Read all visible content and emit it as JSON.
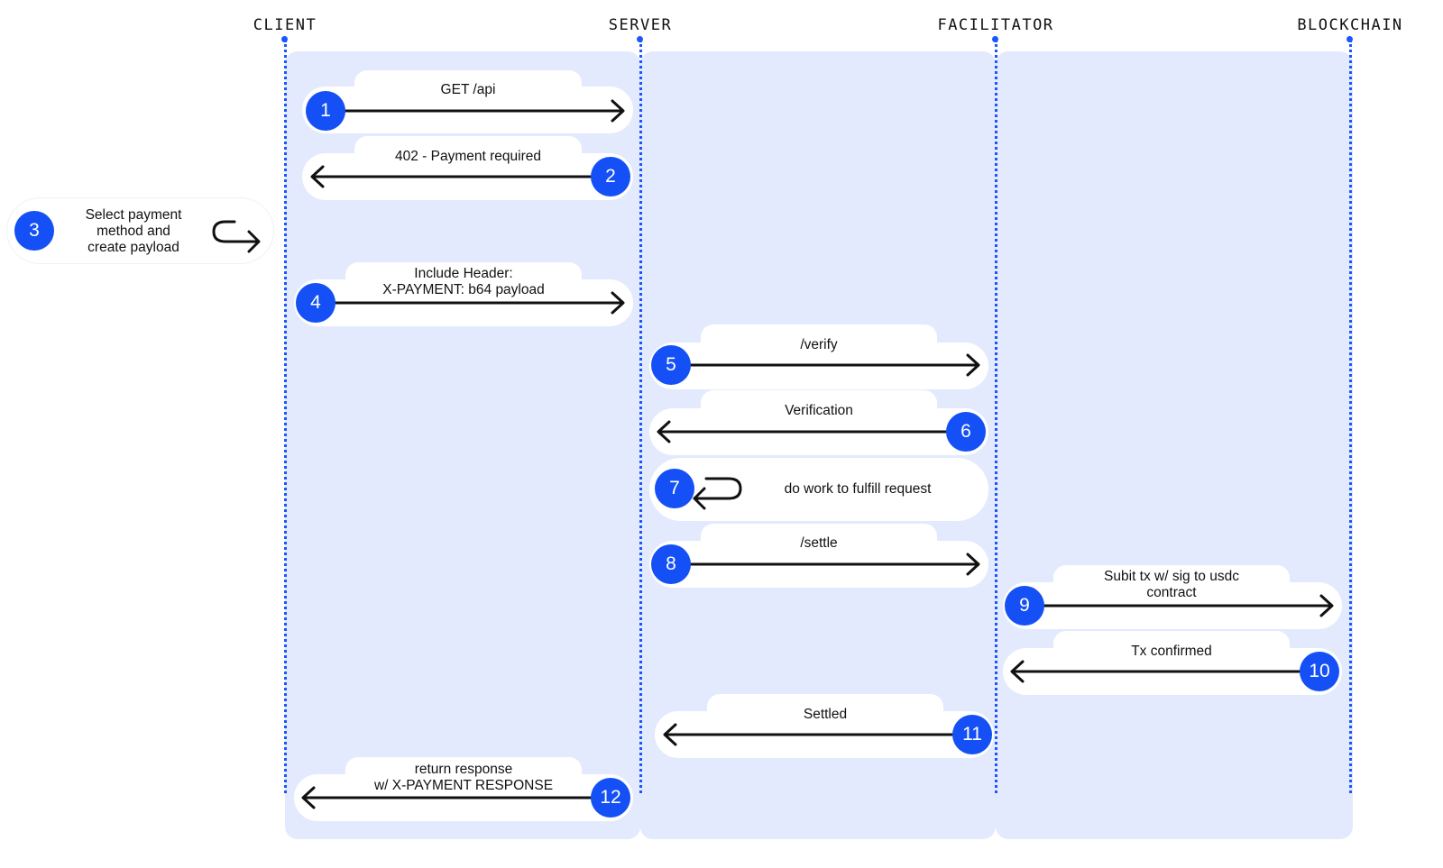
{
  "actors": {
    "client": "CLIENT",
    "server": "SERVER",
    "facilitator": "FACILITATOR",
    "blockchain": "BLOCKCHAIN"
  },
  "steps": [
    {
      "number": "1",
      "label": "GET /api",
      "from": "client",
      "to": "server"
    },
    {
      "number": "2",
      "label": "402 - Payment required",
      "from": "server",
      "to": "client"
    },
    {
      "number": "3",
      "label": "Select payment\nmethod and\ncreate payload",
      "from": "client",
      "to": "client"
    },
    {
      "number": "4",
      "label": "Include Header:\nX-PAYMENT: b64 payload",
      "from": "client",
      "to": "server"
    },
    {
      "number": "5",
      "label": "/verify",
      "from": "server",
      "to": "facilitator"
    },
    {
      "number": "6",
      "label": "Verification",
      "from": "facilitator",
      "to": "server"
    },
    {
      "number": "7",
      "label": "do work to fulfill request",
      "from": "server",
      "to": "server"
    },
    {
      "number": "8",
      "label": "/settle",
      "from": "server",
      "to": "facilitator"
    },
    {
      "number": "9",
      "label": "Subit tx w/ sig to usdc\ncontract",
      "from": "facilitator",
      "to": "blockchain"
    },
    {
      "number": "10",
      "label": "Tx confirmed",
      "from": "blockchain",
      "to": "facilitator"
    },
    {
      "number": "11",
      "label": "Settled",
      "from": "facilitator",
      "to": "server"
    },
    {
      "number": "12",
      "label": "return response\nw/ X-PAYMENT RESPONSE",
      "from": "server",
      "to": "client"
    }
  ],
  "colors": {
    "lane_background": "#e3eafd",
    "badge": "#1450f5",
    "lifeline": "#1a56ff",
    "arrow": "#111111"
  }
}
